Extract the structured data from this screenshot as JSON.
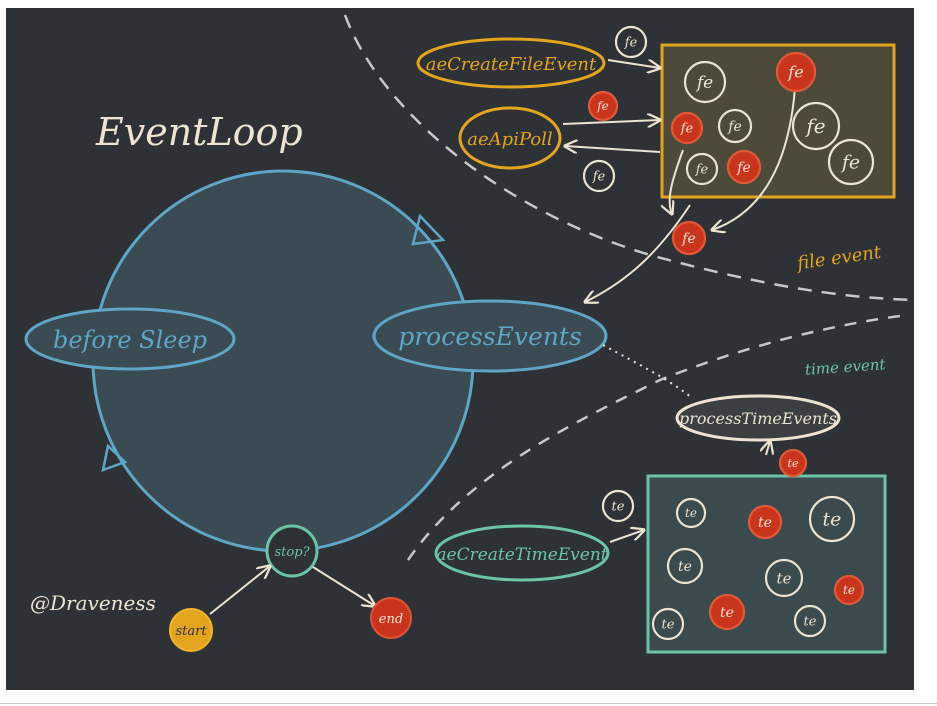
{
  "title": "EventLoop",
  "author": "@Draveness",
  "loop": {
    "before_sleep": "before Sleep",
    "process_events": "processEvents",
    "stop": "stop?",
    "start": "start",
    "end": "end"
  },
  "file_section": {
    "label": "file event",
    "create": "aeCreateFileEvent",
    "poll": "aeApiPoll",
    "token": "fe"
  },
  "time_section": {
    "label": "time event",
    "process": "processTimeEvents",
    "create": "aeCreateTimeEvent",
    "token": "te"
  },
  "colors": {
    "board": "#2e3236",
    "loop_stroke": "#5fa6c6",
    "loop_fill": "#3a4b54",
    "orange": "#e3a41e",
    "red": "#c9341c",
    "cream": "#ece3d0",
    "teal": "#6cc3a6",
    "file_box": "#4d4a3a",
    "time_box": "#3a4a4d",
    "dash": "#c8c8c8"
  }
}
